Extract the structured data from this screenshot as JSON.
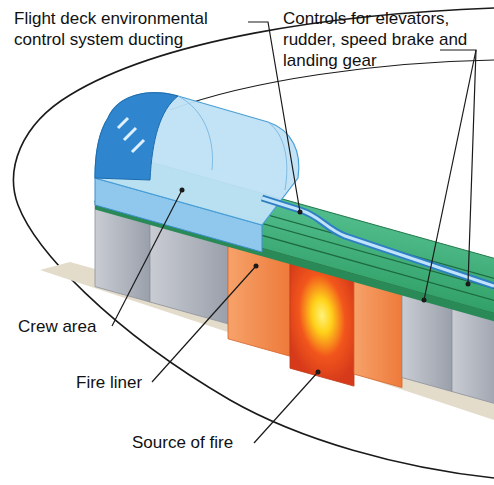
{
  "diagram": {
    "labels": [
      "Flight deck environmental control system ducting",
      "Controls for elevators, rudder, speed brake and landing gear",
      "Crew area",
      "Fire liner",
      "Source of fire"
    ]
  }
}
